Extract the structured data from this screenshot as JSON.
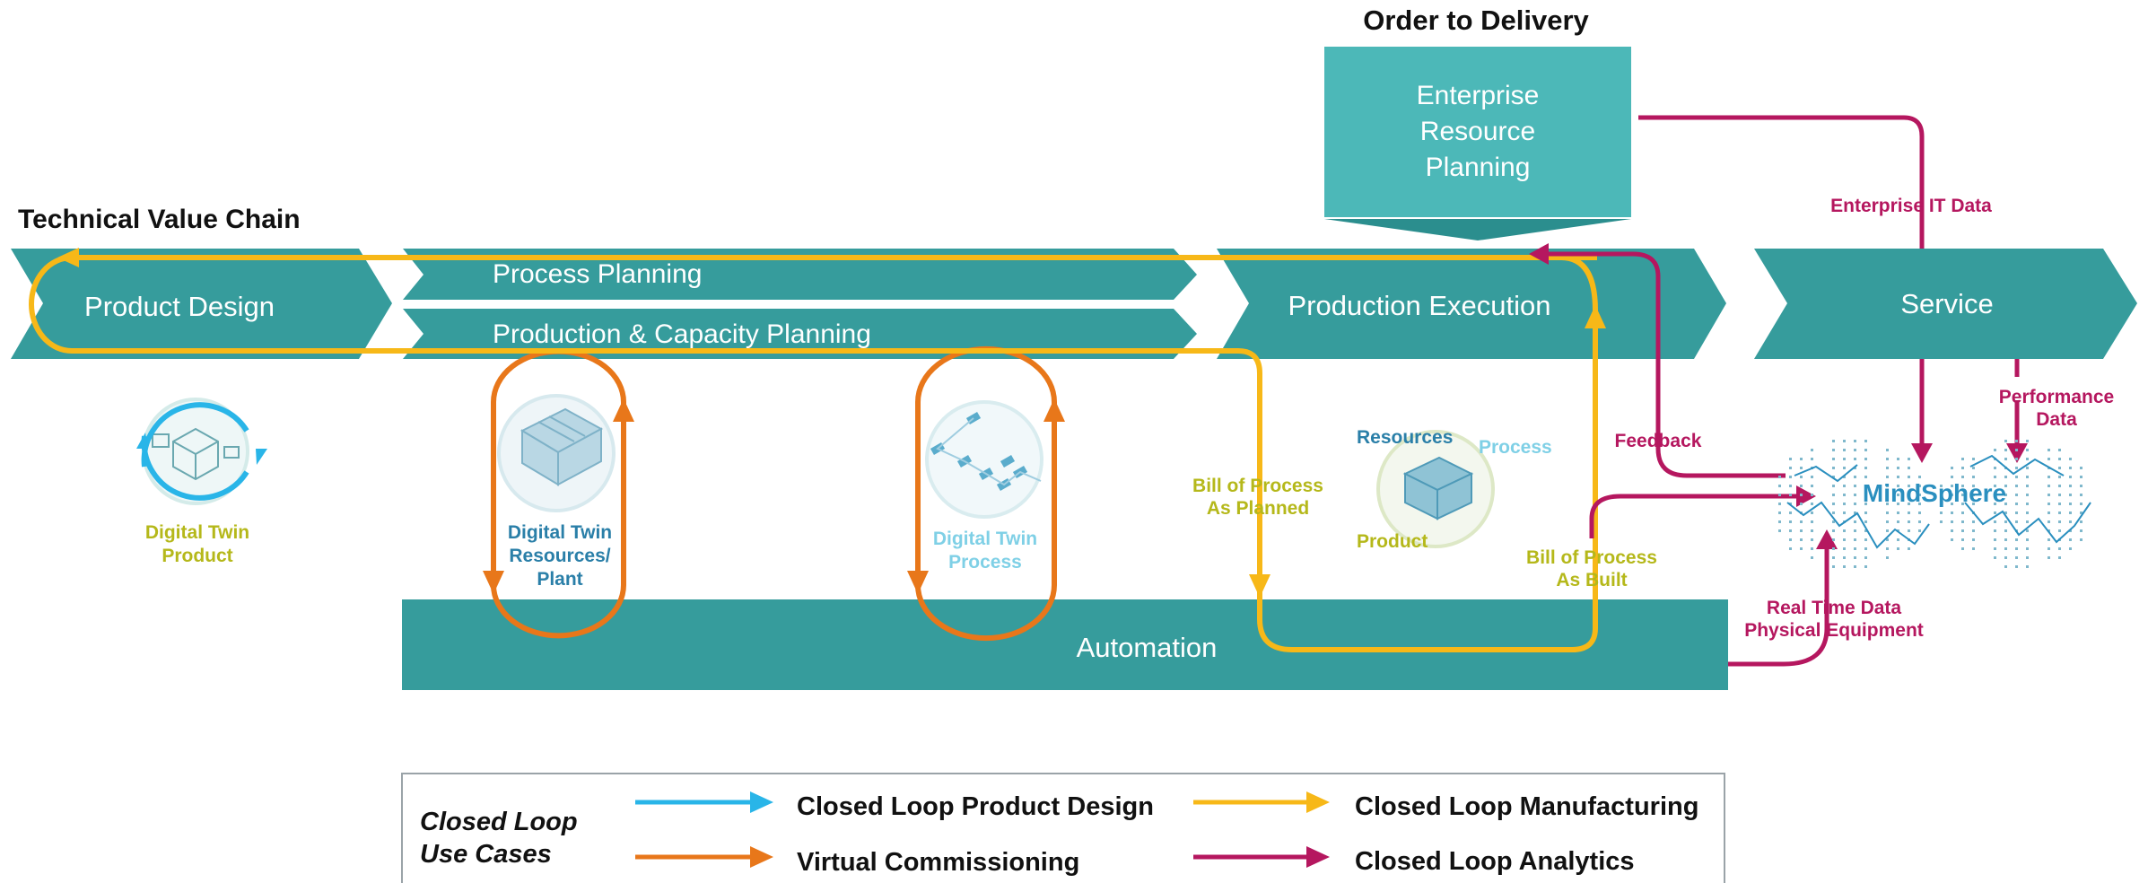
{
  "headings": {
    "technical_value_chain": "Technical Value Chain",
    "order_to_delivery": "Order to Delivery"
  },
  "erp": {
    "line1": "Enterprise",
    "line2": "Resource",
    "line3": "Planning"
  },
  "chain": {
    "product_design": "Product Design",
    "process_planning": "Process Planning",
    "capacity_planning": "Production & Capacity Planning",
    "production_execution": "Production Execution",
    "service": "Service",
    "automation": "Automation"
  },
  "twins": {
    "product": {
      "line1": "Digital Twin",
      "line2": "Product"
    },
    "resources": {
      "line1": "Digital Twin",
      "line2": "Resources/",
      "line3": "Plant"
    },
    "process": {
      "line1": "Digital Twin",
      "line2": "Process"
    }
  },
  "execution_labels": {
    "resources": "Resources",
    "process": "Process",
    "product": "Product"
  },
  "flow_labels": {
    "bop_planned": {
      "line1": "Bill of Process",
      "line2": "As Planned"
    },
    "bop_built": {
      "line1": "Bill of Process",
      "line2": "As Built"
    },
    "feedback": "Feedback",
    "enterprise_it": "Enterprise IT Data",
    "performance": {
      "line1": "Performance",
      "line2": "Data"
    },
    "realtime": {
      "line1": "Real Time Data",
      "line2": "Physical Equipment"
    }
  },
  "mindsphere": "MindSphere",
  "legend": {
    "title_line1": "Closed Loop",
    "title_line2": "Use Cases",
    "items": [
      {
        "label": "Closed Loop Product Design",
        "color": "#29b5e8"
      },
      {
        "label": "Virtual Commissioning",
        "color": "#e8771a"
      },
      {
        "label": "Closed Loop Manufacturing",
        "color": "#f7b818"
      },
      {
        "label": "Closed Loop Analytics",
        "color": "#b5175f"
      }
    ]
  },
  "colors": {
    "teal": "#369c9c",
    "teal_light": "#4cb8b8",
    "blue": "#29b5e8",
    "orange": "#e8771a",
    "yellow": "#f7b818",
    "magenta": "#b5175f",
    "olive": "#b5b81a",
    "twin_blue": "#2a7fa8"
  }
}
